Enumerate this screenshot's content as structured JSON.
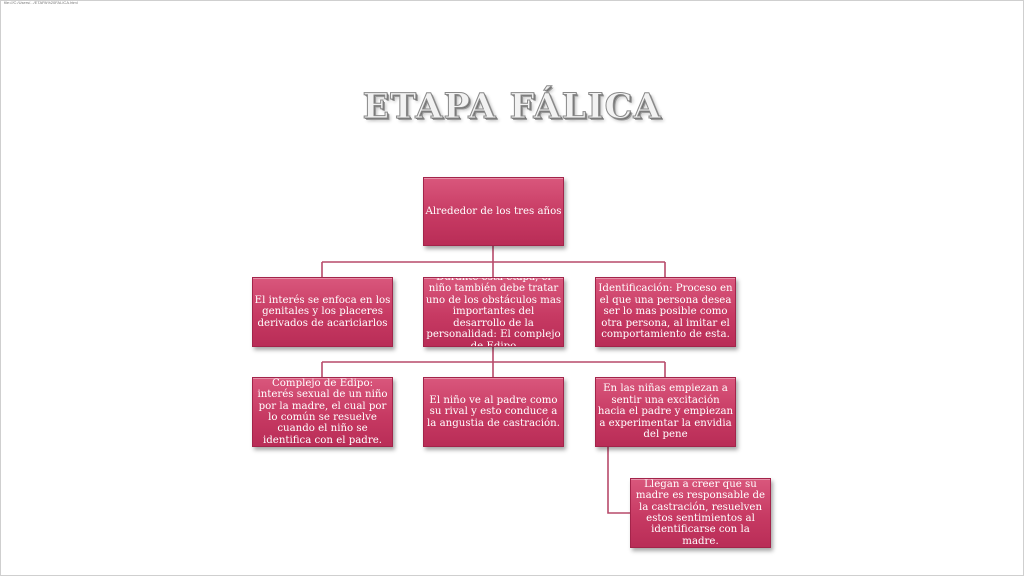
{
  "slide": {
    "header_note": "file:///C:/Users/.../ETAPA%20FALICA.html",
    "title": "ETAPA FÁLICA"
  },
  "diagram": {
    "root": "Alrededor de los tres años",
    "level2": [
      "El interés se enfoca en los genitales y los placeres derivados de acariciarlos",
      "Durante esta etapa, el niño también debe tratar uno de los obstáculos mas importantes del desarrollo de la personalidad: El complejo de Edipo",
      "Identificación: Proceso en el que una persona desea ser lo mas posible como otra persona, al imitar el comportamiento de esta."
    ],
    "level3": [
      "Complejo de Edipo:  interés sexual de un niño por la madre, el cual por lo común se resuelve cuando el niño se identifica con el padre.",
      "El niño ve al padre como su rival y esto conduce a la angustia de castración.",
      "En las niñas empiezan a sentir una excitación hacia el padre y empiezan a experimentar la envidia del pene"
    ],
    "level4": "Llegan a creer que su madre es responsable de la castración, resuelven estos sentimientos al identificarse con la madre."
  },
  "colors": {
    "box_fill": "#c73a63",
    "box_border": "#a3244a",
    "connector": "#b74a6a",
    "background": "#ffffff"
  }
}
